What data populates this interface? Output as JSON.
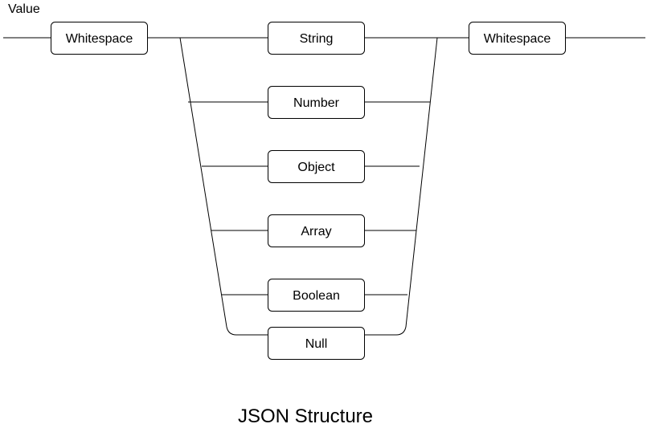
{
  "diagram": {
    "label": "Value",
    "title": "JSON Structure",
    "leading": "Whitespace",
    "trailing": "Whitespace",
    "options": [
      "String",
      "Number",
      "Object",
      "Array",
      "Boolean",
      "Null"
    ]
  }
}
